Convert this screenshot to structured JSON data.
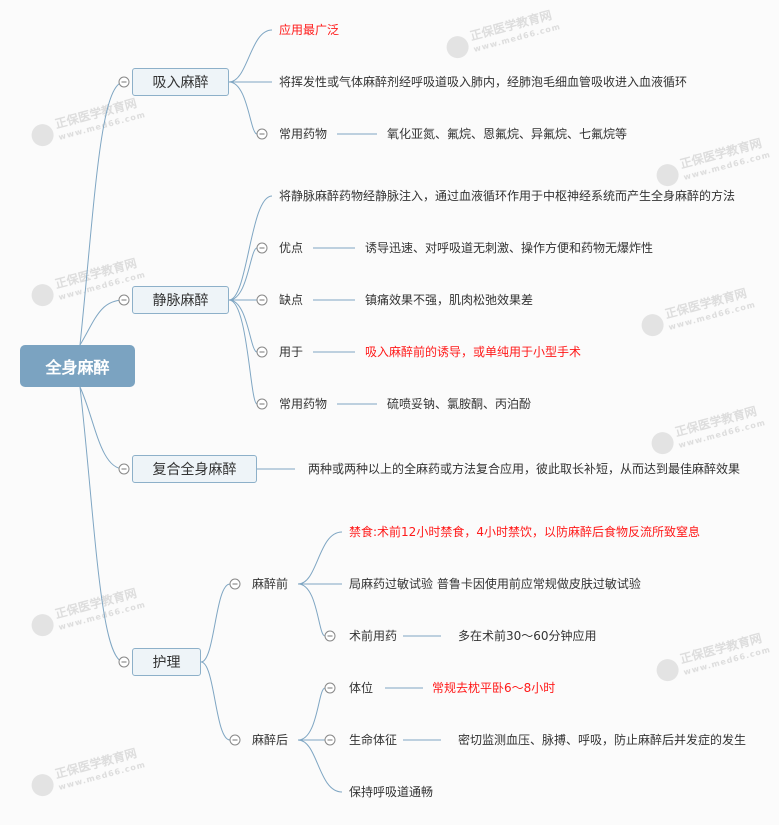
{
  "watermark": {
    "brand": "正保医学教育网",
    "url": "www.med66.com"
  },
  "root": "全身麻醉",
  "inhalation": {
    "label": "吸入麻醉",
    "note": "应用最广泛",
    "definition": "将挥发性或气体麻醉剂经呼吸道吸入肺内，经肺泡毛细血管吸收进入血液循环",
    "drugs_label": "常用药物",
    "drugs": "氧化亚氮、氟烷、恩氟烷、异氟烷、七氟烷等"
  },
  "intravenous": {
    "label": "静脉麻醉",
    "definition": "将静脉麻醉药物经静脉注入，通过血液循环作用于中枢神经系统而产生全身麻醉的方法",
    "pros_label": "优点",
    "pros": "诱导迅速、对呼吸道无刺激、操作方便和药物无爆炸性",
    "cons_label": "缺点",
    "cons": "镇痛效果不强，肌肉松弛效果差",
    "use_label": "用于",
    "use": "吸入麻醉前的诱导，或单纯用于小型手术",
    "drugs_label": "常用药物",
    "drugs": "硫喷妥钠、氯胺酮、丙泊酚"
  },
  "combined": {
    "label": "复合全身麻醉",
    "definition": "两种或两种以上的全麻药或方法复合应用，彼此取长补短，从而达到最佳麻醉效果"
  },
  "nursing": {
    "label": "护理",
    "before": {
      "label": "麻醉前",
      "fasting": "禁食:术前12小时禁食，4小时禁饮，以防麻醉后食物反流所致窒息",
      "allergy": "局麻药过敏试验 普鲁卡因使用前应常规做皮肤过敏试验",
      "premed_label": "术前用药",
      "premed": "多在术前30～60分钟应用"
    },
    "after": {
      "label": "麻醉后",
      "position_label": "体位",
      "position": "常规去枕平卧6～8小时",
      "vitals_label": "生命体征",
      "vitals": "密切监测血压、脉搏、呼吸，防止麻醉后并发症的发生",
      "airway": "保持呼吸道通畅"
    }
  }
}
